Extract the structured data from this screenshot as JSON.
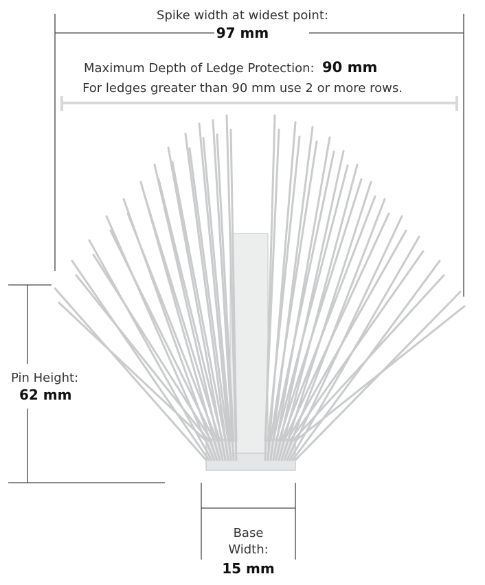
{
  "spike_width": {
    "label": "Spike width at widest point:",
    "value": "97 mm"
  },
  "ledge": {
    "label": "Maximum Depth of Ledge Protection:",
    "value": "90 mm",
    "note": "For ledges greater than 90 mm use 2 or more rows."
  },
  "pin_height": {
    "label": "Pin Height:",
    "value": "62 mm"
  },
  "base_width": {
    "label_line1": "Base",
    "label_line2": "Width:",
    "value": "15 mm"
  },
  "colors": {
    "dimension_line": "#444444",
    "bracket": "#d8d8d8",
    "spike": "#c9cbcc"
  }
}
